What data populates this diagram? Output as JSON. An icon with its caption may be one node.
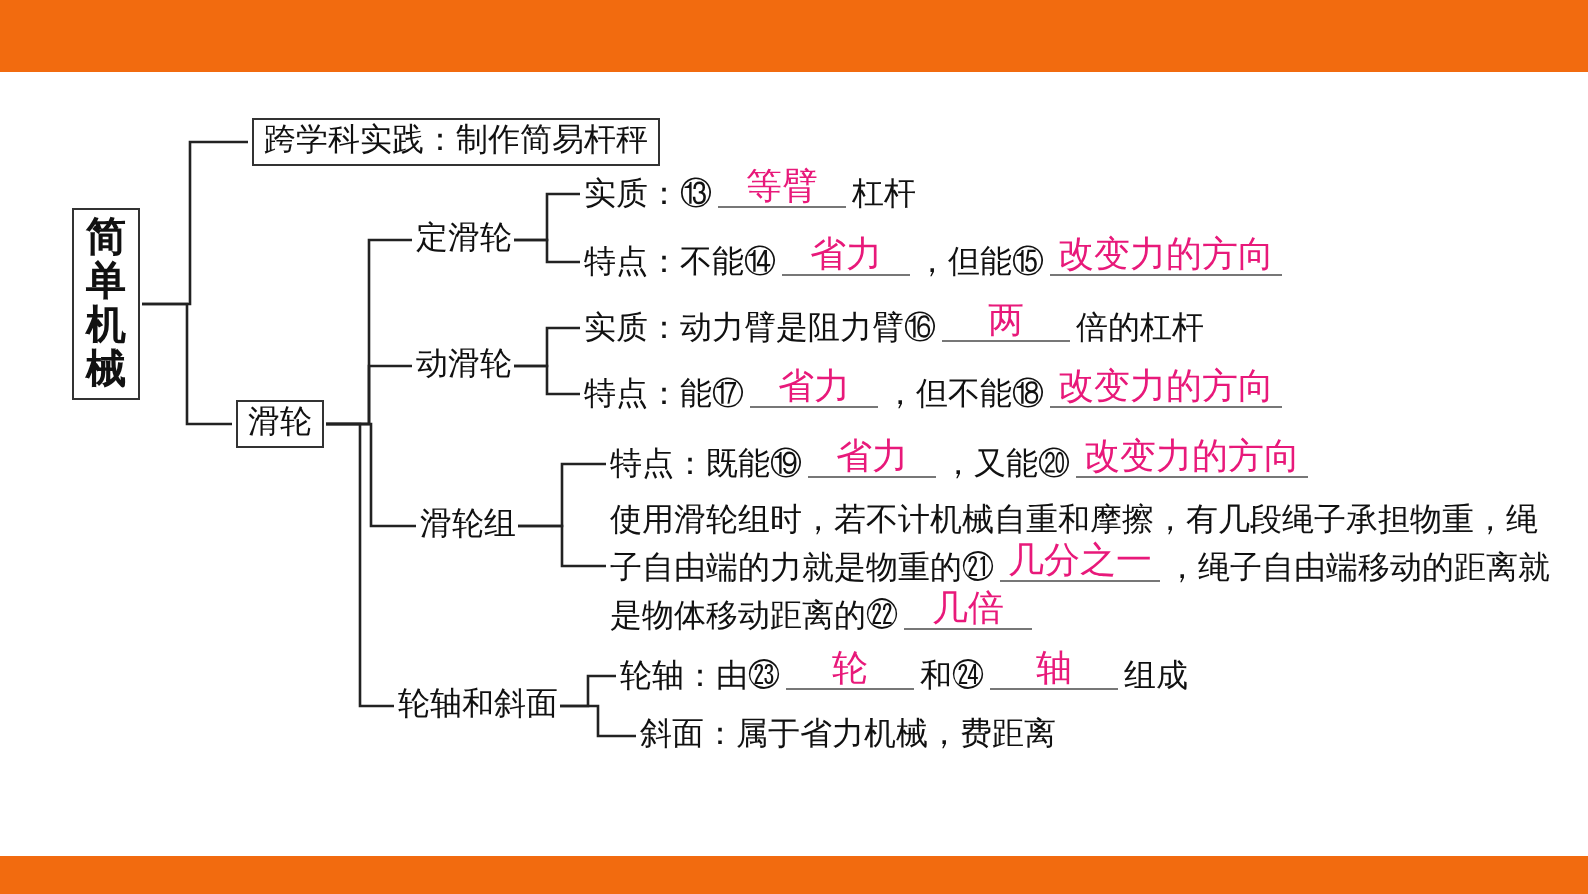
{
  "diagram": {
    "nodes": [
      {
        "text": [
          "简单机械"
        ]
      },
      {
        "text": [
          "跨学科实践：制作简易杆秤"
        ]
      },
      {
        "text": [
          "滑轮"
        ]
      },
      {
        "text": [
          "定滑轮"
        ]
      },
      {
        "text": [
          "实质：⑬",
          "等臂",
          "杠杆"
        ]
      },
      {
        "text": [
          "特点：不能⑭",
          "省力",
          "，但能⑮",
          "改变力的方向"
        ]
      },
      {
        "text": [
          "动滑轮"
        ]
      },
      {
        "text": [
          "实质：动力臂是阻力臂⑯",
          "两",
          "倍的杠杆"
        ]
      },
      {
        "text": [
          "特点：能⑰",
          "省力",
          "，但不能⑱",
          "改变力的方向"
        ]
      },
      {
        "text": [
          "滑轮组"
        ]
      },
      {
        "text": [
          "特点：既能⑲",
          "省力",
          "，又能⑳",
          "改变力的方向"
        ]
      },
      {
        "text": [
          "使用滑轮组时，若不计机械自重和摩擦，有几段绳子承担物重，绳子自由端的力就是物重的㉑",
          "几分之一",
          "，绳子自由端移动的距离就是物体移动距离的㉒",
          "几倍"
        ]
      },
      {
        "text": [
          "轮轴和斜面"
        ]
      },
      {
        "text": [
          "轮轴：由㉓",
          "轮",
          "和㉔",
          "轴",
          "组成"
        ]
      },
      {
        "text": [
          "斜面：属于省力机械，费距离"
        ]
      }
    ],
    "edges": [
      {
        "from": 0,
        "to": 1,
        "arrow": "none"
      },
      {
        "from": 0,
        "to": 2,
        "arrow": "none"
      },
      {
        "from": 2,
        "to": 3,
        "arrow": "none"
      },
      {
        "from": 2,
        "to": 6,
        "arrow": "none"
      },
      {
        "from": 2,
        "to": 9,
        "arrow": "none"
      },
      {
        "from": 2,
        "to": 12,
        "arrow": "none"
      },
      {
        "from": 3,
        "to": 4,
        "arrow": "none"
      },
      {
        "from": 3,
        "to": 5,
        "arrow": "none"
      },
      {
        "from": 6,
        "to": 7,
        "arrow": "none"
      },
      {
        "from": 6,
        "to": 8,
        "arrow": "none"
      },
      {
        "from": 9,
        "to": 10,
        "arrow": "none"
      },
      {
        "from": 9,
        "to": 11,
        "arrow": "none"
      },
      {
        "from": 12,
        "to": 13,
        "arrow": "none"
      },
      {
        "from": 12,
        "to": 14,
        "arrow": "none"
      }
    ]
  }
}
